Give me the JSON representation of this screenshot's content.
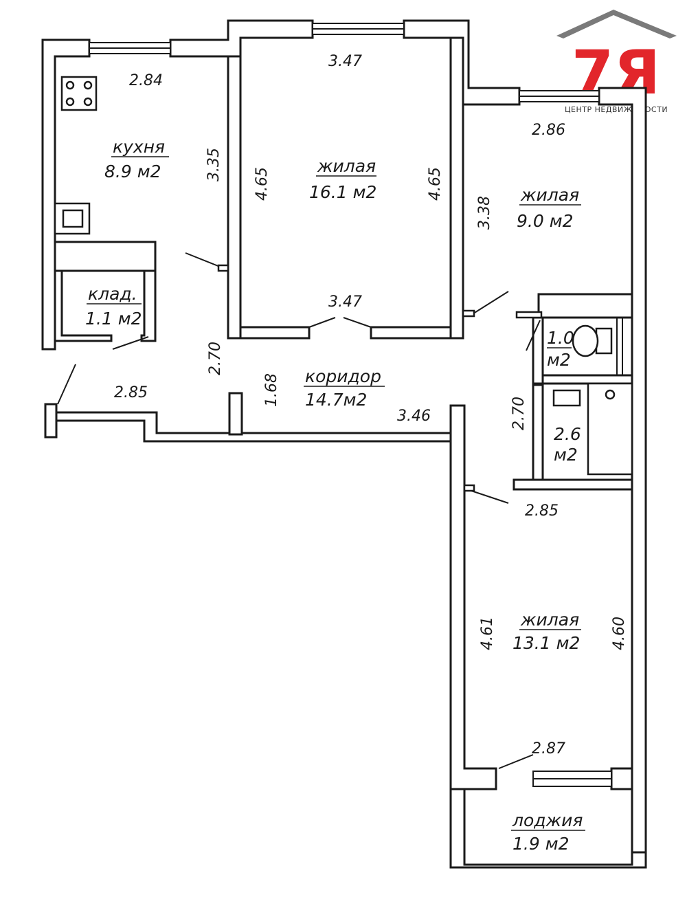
{
  "logo": {
    "mark": "7Я",
    "tagline": "ЦЕНТР НЕДВИЖИМОСТИ",
    "roof_color": "#7a7a7a",
    "mark_color": "#e2262b"
  },
  "rooms": {
    "kitchen": {
      "name": "кухня",
      "area": "8.9  м2"
    },
    "living_big": {
      "name": "жилая",
      "area": "16.1 м2"
    },
    "living_small": {
      "name": "жилая",
      "area": "9.0  м2"
    },
    "pantry": {
      "name": "клад.",
      "area": "1.1  м2"
    },
    "corridor": {
      "name": "коридор",
      "area": "14.7м2"
    },
    "wc": {
      "area_value": "1.0",
      "area_unit": "м2"
    },
    "bath": {
      "area_value": "2.6",
      "area_unit": "м2"
    },
    "living_bottom": {
      "name": "жилая",
      "area": "13.1 м2"
    },
    "loggia": {
      "name": "лоджия",
      "area": "1.9  м2"
    }
  },
  "dimensions": {
    "kitchen_width": "2.84",
    "kitchen_height": "3.35",
    "big_room_top": "3.47",
    "big_room_left": "4.65",
    "big_room_right": "4.65",
    "big_room_bottom": "3.47",
    "small_room_top": "2.86",
    "small_room_left": "3.38",
    "corridor_vertical": "2.70",
    "corridor_left_width": "2.85",
    "corridor_mid_height": "1.68",
    "corridor_right_width": "3.46",
    "bath_height": "2.70",
    "bottom_room_top": "2.85",
    "bottom_room_left": "4.61",
    "bottom_room_right": "4.60",
    "bottom_room_bottom": "2.87"
  }
}
